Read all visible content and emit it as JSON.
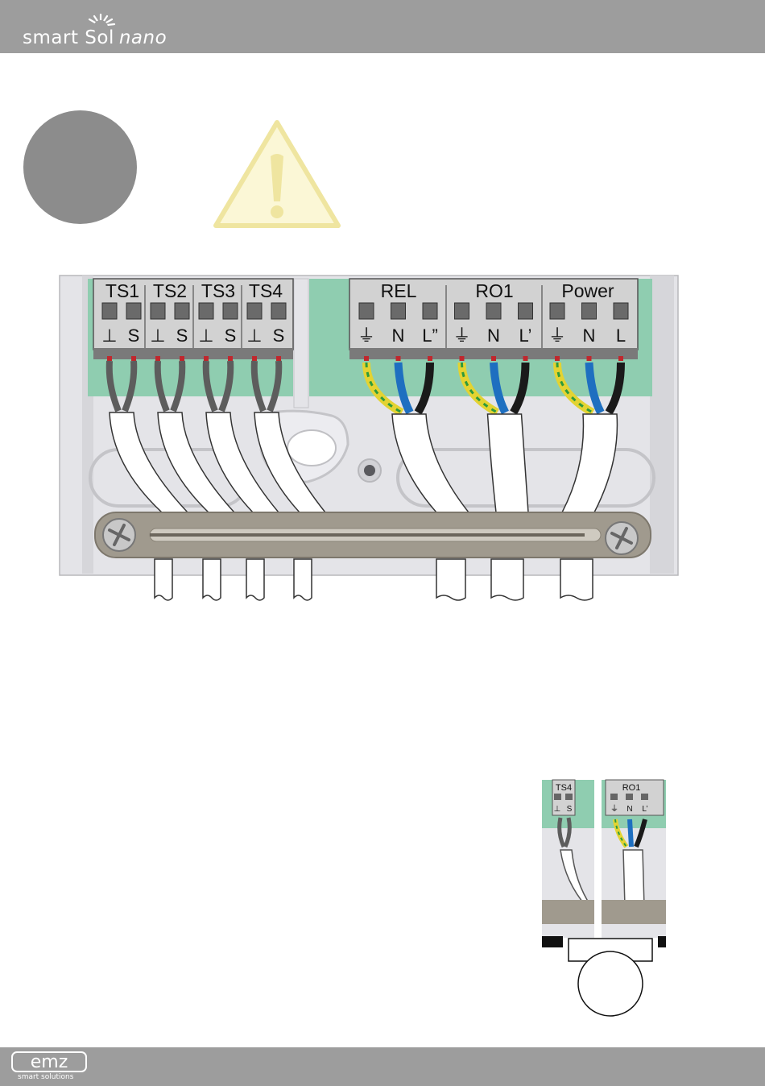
{
  "header": {
    "brand_main": "smart Sol",
    "brand_sub": "nano"
  },
  "footer": {
    "logo_text": "emz",
    "tagline": "smart solutions"
  },
  "diagram": {
    "sensor_groups": [
      "TS1",
      "TS2",
      "TS3",
      "TS4"
    ],
    "sensor_pins": [
      "⊥",
      "S",
      "⊥",
      "S",
      "⊥",
      "S",
      "⊥",
      "S"
    ],
    "power_groups": [
      "REL",
      "RO1",
      "Power"
    ],
    "power_pins": [
      "⏚",
      "N",
      "L”",
      "⏚",
      "N",
      "L’",
      "⏚",
      "N",
      "L"
    ]
  },
  "inset": {
    "left_group": "TS4",
    "left_pins": [
      "⊥",
      "S"
    ],
    "right_group": "RO1",
    "right_pins": [
      "⏚",
      "N",
      "L’"
    ]
  },
  "colors": {
    "band": "#9d9d9d",
    "terminal_green": "#8fcdb0",
    "terminal_grey": "#d2d2d2",
    "housing": "#e4e4e8",
    "strain_relief": "#a09a8e",
    "wire_blue": "#1e6fc0",
    "wire_black": "#1a1a1a",
    "wire_yellow": "#e3d332",
    "wire_green": "#2e9a3c",
    "wire_grey": "#5d5d5d",
    "warning_fill": "#fbf7d6",
    "warning_stroke": "#efe5a0"
  }
}
